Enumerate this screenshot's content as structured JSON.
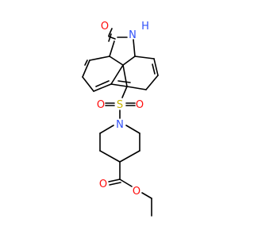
{
  "molecule": {
    "atom_labels": {
      "carbonyl_oxygen": "O",
      "lactam_n": "N",
      "lactam_h": "H",
      "sulfur": "S",
      "sulfonyl_o_left": "O",
      "sulfonyl_o_right": "O",
      "piperidine_n": "N",
      "ester_carbonyl_o": "O",
      "ester_ether_o": "O"
    },
    "colors": {
      "bond": "#000000",
      "oxygen": "#ff0d0d",
      "nitrogen": "#3050f8",
      "sulfur": "#c8b400"
    }
  }
}
